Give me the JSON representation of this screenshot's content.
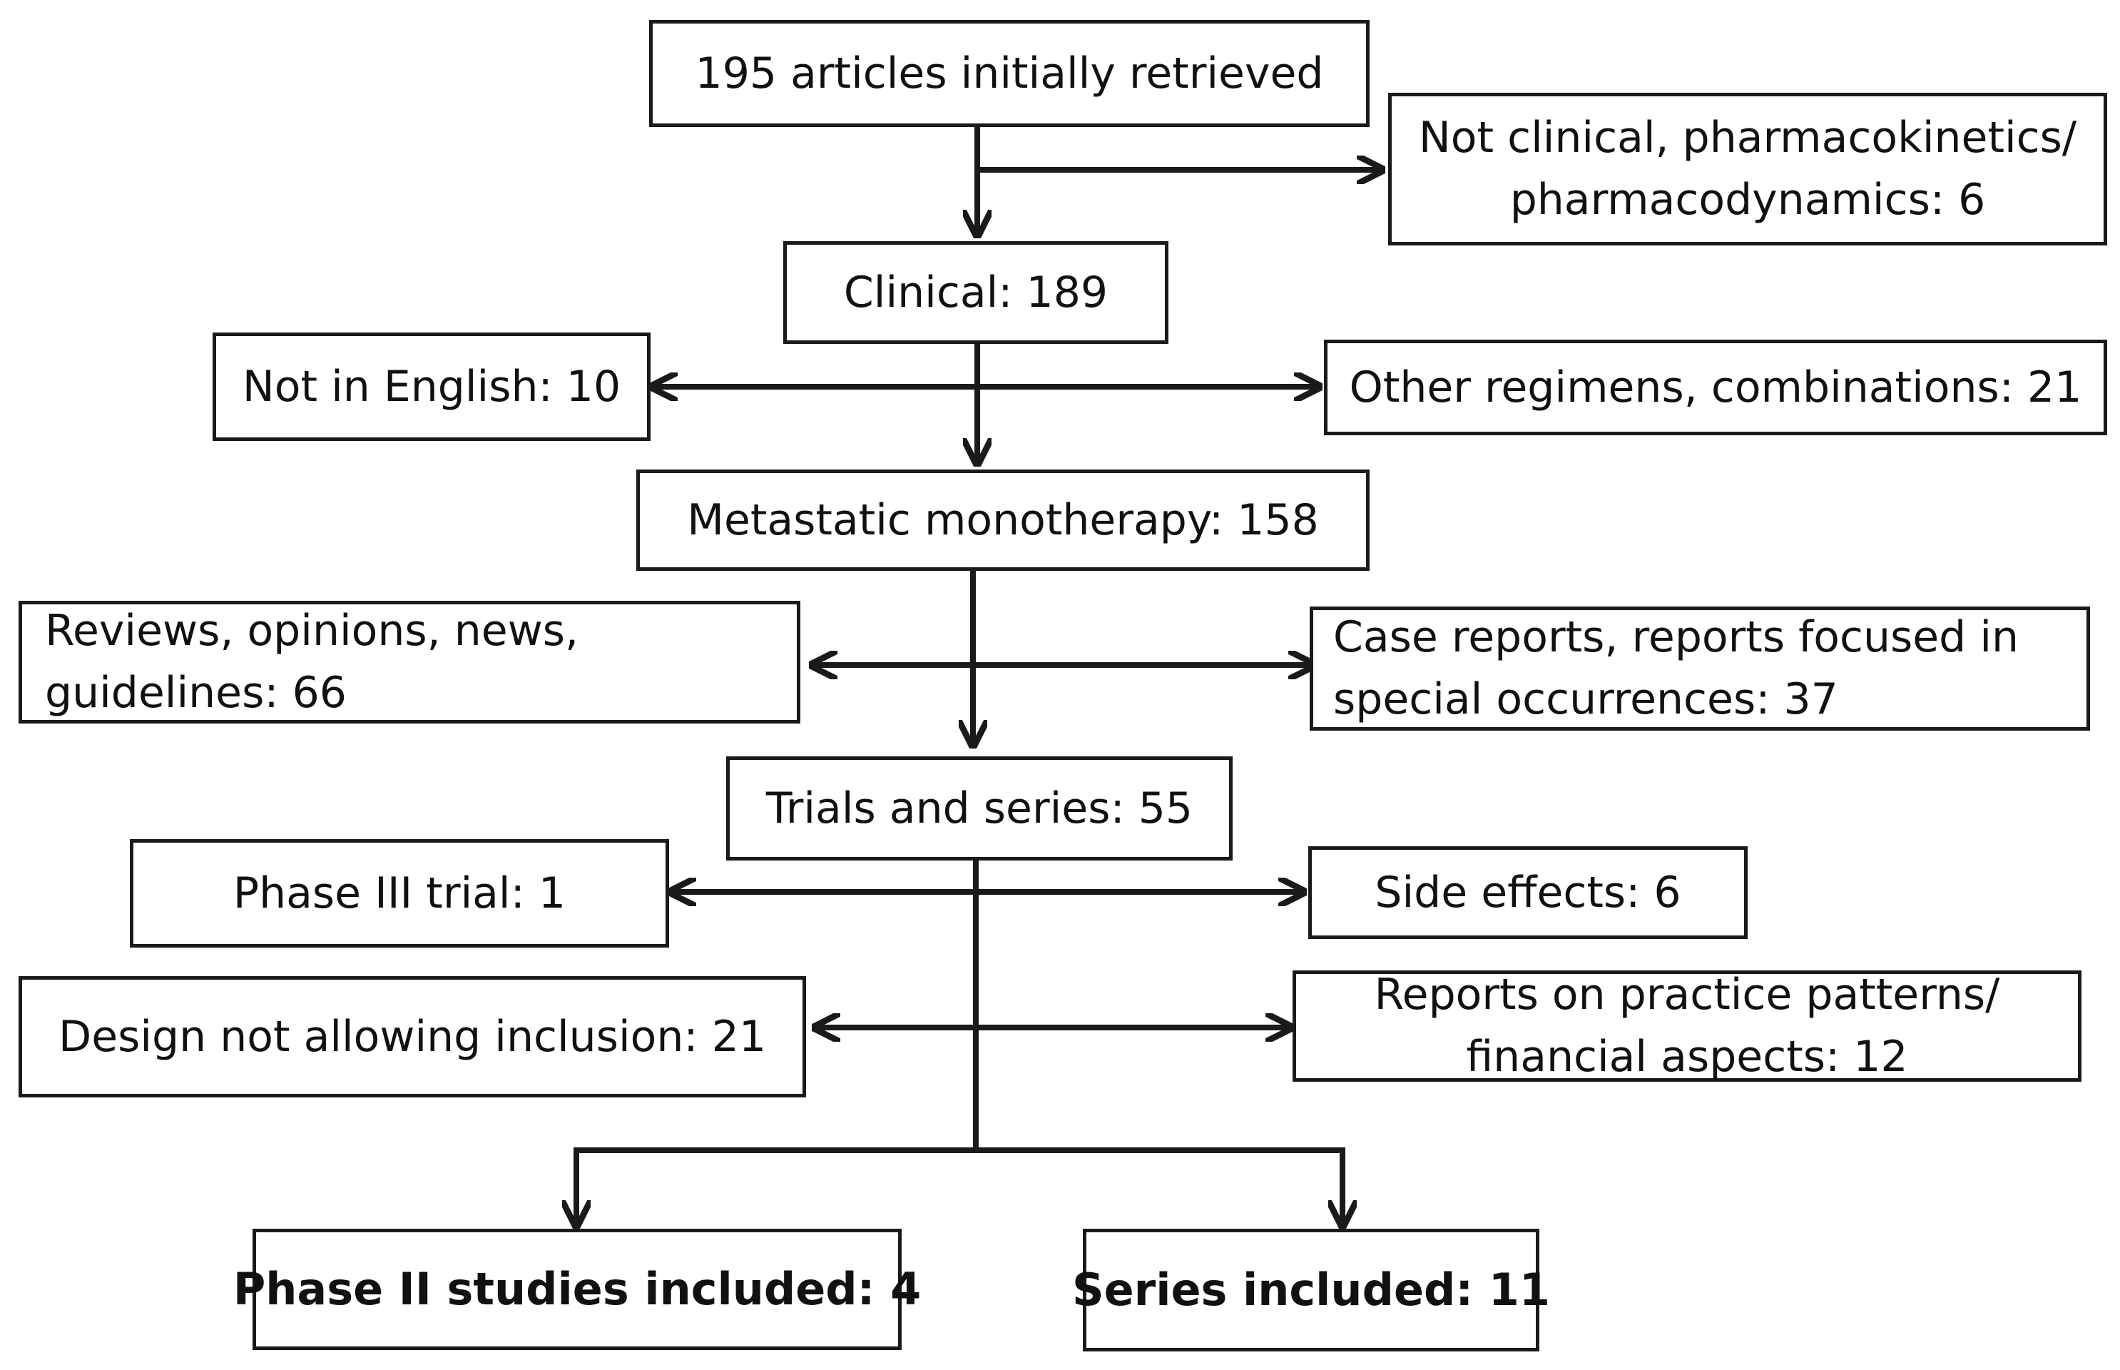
{
  "flowchart": {
    "start": "195 articles initially retrieved",
    "excluded_not_clinical": [
      "Not clinical, pharmacokinetics/",
      "pharmacodynamics: 6"
    ],
    "clinical": "Clinical: 189",
    "excluded_not_english": "Not in English: 10",
    "excluded_other_regimens": "Other regimens, combinations: 21",
    "metastatic": "Metastatic monotherapy: 158",
    "excluded_reviews": [
      "Reviews, opinions, news,",
      "guidelines: 66"
    ],
    "excluded_case_reports": [
      "Case reports, reports focused in",
      "special occurrences: 37"
    ],
    "trials_series": "Trials and series:  55",
    "excluded_phase3": "Phase III trial: 1",
    "excluded_side_effects": "Side effects:  6",
    "excluded_design": "Design not allowing inclusion: 21",
    "excluded_practice": [
      "Reports on practice patterns/",
      "financial aspects: 12"
    ],
    "included_phase2": "Phase II  studies included: 4",
    "included_series": "Series included: 11"
  },
  "colors": {
    "stroke": "#1a1a1a",
    "background": "#ffffff"
  }
}
